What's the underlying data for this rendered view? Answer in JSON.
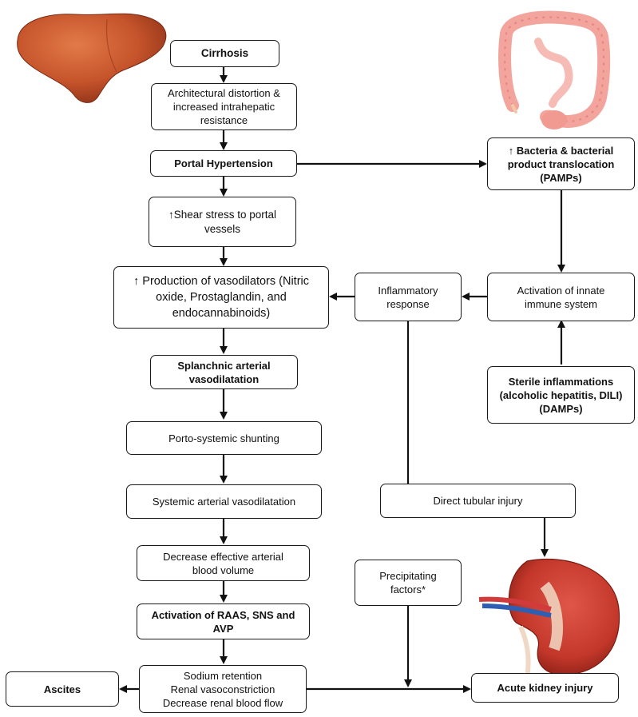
{
  "nodes": {
    "cirrhosis": "Cirrhosis",
    "distortion": "Architectural distortion & increased intrahepatic resistance",
    "portal_htn": "Portal Hypertension",
    "shear": "↑Shear stress to portal vessels",
    "vasodilators": "↑ Production of vasodilators (Nitric oxide, Prostaglandin, and endocannabinoids)",
    "splanchnic": "Splanchnic arterial vasodilatation",
    "porto": "Porto-systemic shunting",
    "systemic": "Systemic arterial vasodilatation",
    "decrease_volume": "Decrease effective arterial blood volume",
    "raas": "Activation of RAAS, SNS and AVP",
    "sodium_1": "Sodium retention",
    "sodium_2": "Renal vasoconstriction",
    "sodium_3": "Decrease renal blood flow",
    "ascites": "Ascites",
    "aki": "Acute kidney injury",
    "bacteria": "↑ Bacteria & bacterial product translocation (PAMPs)",
    "innate": "Activation of innate immune system",
    "inflammatory": "Inflammatory response",
    "sterile": "Sterile inflammations (alcoholic hepatitis, DILI) (DAMPs)",
    "tubular": "Direct tubular injury",
    "precipitating": "Precipitating factors*"
  },
  "colors": {
    "liver": "#c5532b",
    "colon": "#f4a9a3",
    "kidney": "#c2372a",
    "box_border": "#1a1a1a"
  }
}
